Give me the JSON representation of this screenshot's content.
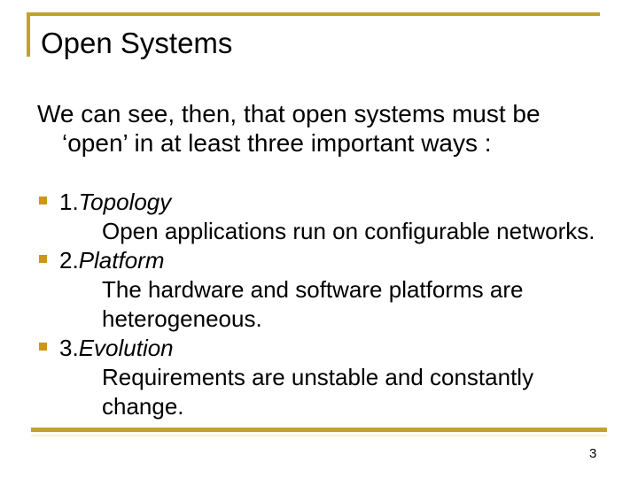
{
  "slide": {
    "title": "Open Systems",
    "intro_lines": [
      "We can see, then, that open systems must be",
      "‘open’ in at least three important ways :"
    ],
    "bullets": [
      {
        "number": "1.",
        "term": "Topology",
        "desc_lines": [
          "Open applications run on configurable networks."
        ]
      },
      {
        "number": "2.",
        "term": "Platform",
        "desc_lines": [
          "The hardware and software platforms are",
          "heterogeneous."
        ]
      },
      {
        "number": "3.",
        "term": "Evolution",
        "desc_lines": [
          "Requirements are unstable and constantly",
          "change."
        ]
      }
    ],
    "page_number": "3",
    "colors": {
      "accent_gold": "#C1A22B",
      "bullet_gold": "#CC9712",
      "pale_line": "#FAF6C8",
      "text": "#000000"
    }
  }
}
